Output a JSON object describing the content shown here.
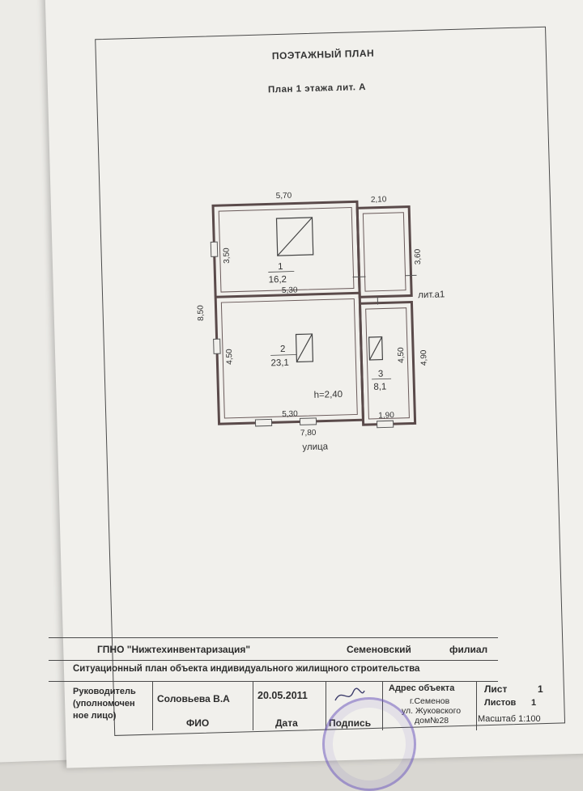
{
  "document": {
    "title": "ПОЭТАЖНЫЙ ПЛАН",
    "subtitle": "План 1 этажа лит. А"
  },
  "plan": {
    "dims": {
      "top_left": "5,70",
      "top_right": "2,10",
      "left_total": "8,50",
      "room1_height": "3,50",
      "annex_height": "3,60",
      "inner_width": "5,30",
      "room2_height": "4,50",
      "room3_height": "4,50",
      "right_total": "4,90",
      "bottom_inner": "5,30",
      "bottom_right": "1,90",
      "bottom_total": "7,80"
    },
    "rooms": [
      {
        "number": "1",
        "area": "16,2"
      },
      {
        "number": "2",
        "area": "23,1"
      },
      {
        "number": "3",
        "area": "8,1"
      }
    ],
    "height_label": "h=2,40",
    "annex_label": "лит.а1",
    "street_label": "улица"
  },
  "stamp_table": {
    "org": "ГПНО \"Нижтехинвентаризация\"",
    "branch_name": "Семеновский",
    "branch_word": "филиал",
    "object_title": "Ситуационный план объекта индивидуального жилищного строительства",
    "head_label_1": "Руководитель",
    "head_label_2": "(уполномочен",
    "head_label_3": "ное лицо)",
    "fio_value": "Соловьева В.А",
    "date_value": "20.05.2011",
    "col_fio": "ФИО",
    "col_date": "Дата",
    "col_sign": "Подпись",
    "address_label": "Адрес объекта",
    "address_line1": "г.Семенов",
    "address_line2": "ул. Жуковского",
    "address_line3": "дом№28",
    "sheet_label": "Лист",
    "sheet_value": "1",
    "sheets_label": "Листов",
    "sheets_value": "1",
    "scale": "Масштаб 1:100"
  }
}
